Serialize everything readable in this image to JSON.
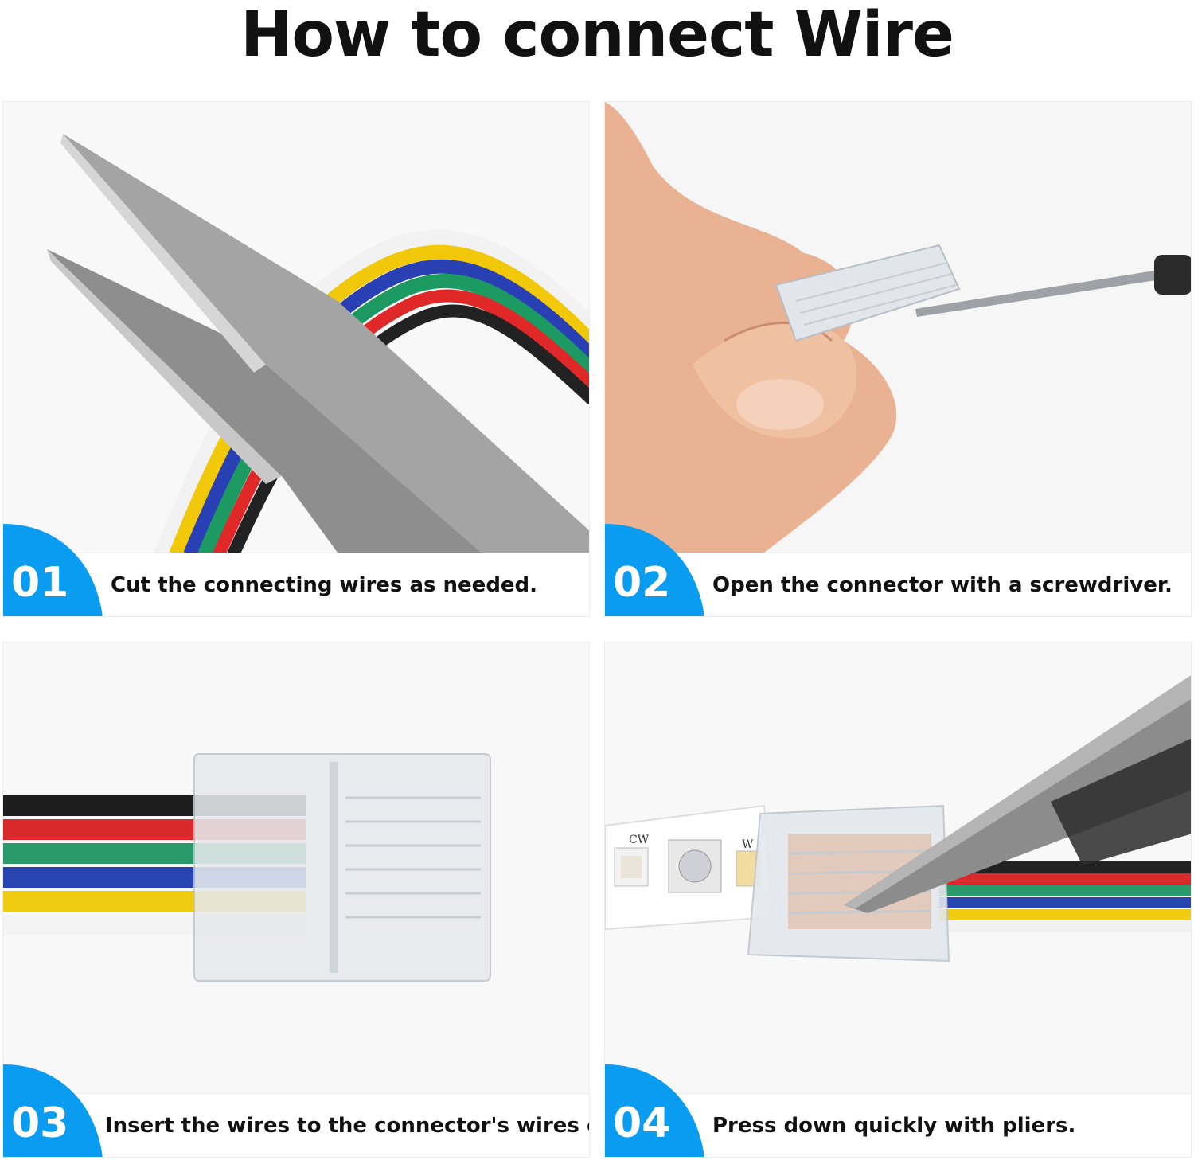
{
  "title": "How to connect Wire",
  "colors": {
    "accent": "#0a9cf0"
  },
  "steps": [
    {
      "number": "01",
      "caption": "Cut the connecting wires as needed."
    },
    {
      "number": "02",
      "caption": "Open the connector with a screwdriver."
    },
    {
      "number": "03",
      "caption": "Insert the wires to the connector's wires end."
    },
    {
      "number": "04",
      "caption": "Press down quickly with pliers."
    }
  ],
  "strip_labels": {
    "cw": "CW",
    "w": "W"
  }
}
